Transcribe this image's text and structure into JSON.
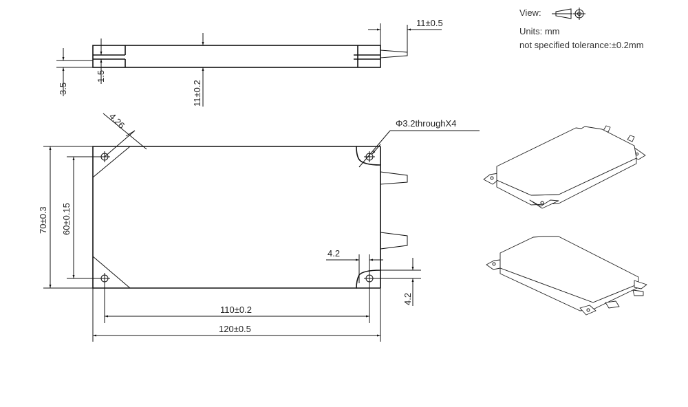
{
  "notes": {
    "view_label": "View:",
    "units": "Units:  mm",
    "tolerance": "not specified tolerance:±0.2mm"
  },
  "side_view": {
    "dim_pin_length": "11±0.5",
    "dim_height": "11±0.2",
    "dim_slot_offset": "3.5",
    "dim_slot_width": "1.5"
  },
  "plan_view": {
    "dim_chamfer": "4.26",
    "dim_hole": "Φ3.2throughX4",
    "dim_outer_height": "70±0.3",
    "dim_hole_pitch_v": "60±0.15",
    "dim_hole_pitch_h": "110±0.2",
    "dim_outer_width": "120±0.5",
    "dim_hole_edge_h": "4.2",
    "dim_hole_edge_v": "4.2"
  },
  "icons": {
    "view_symbol": "first-angle-projection-icon"
  }
}
